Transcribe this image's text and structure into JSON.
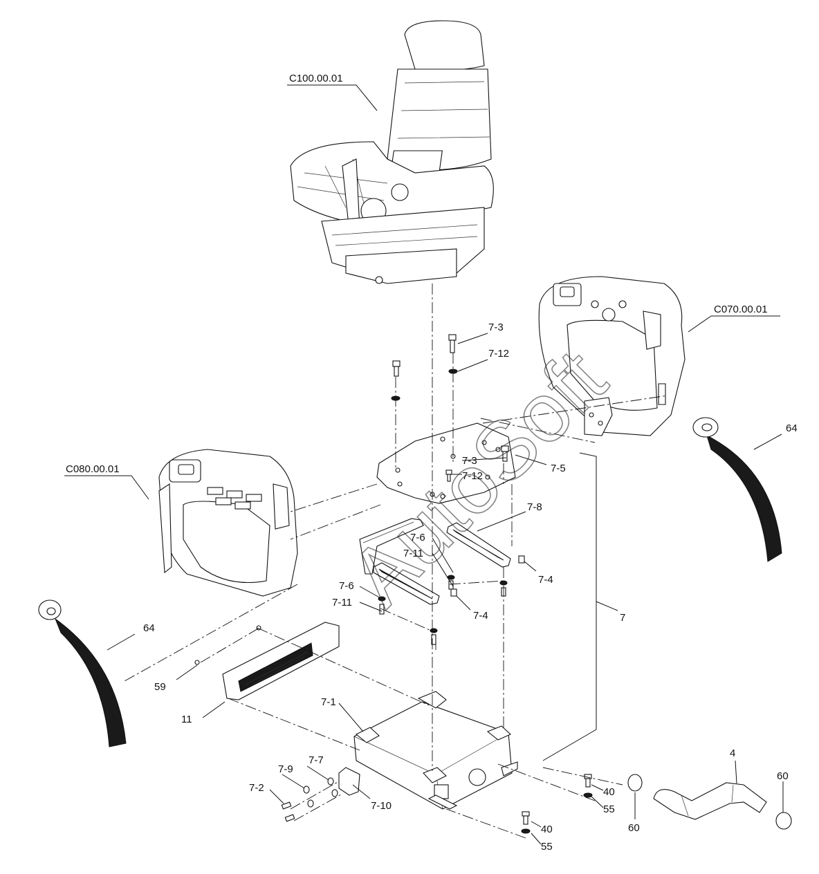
{
  "watermark": "AutoSoft",
  "labels": [
    {
      "id": "c100",
      "text": "C100.00.01"
    },
    {
      "id": "c070",
      "text": "C070.00.01"
    },
    {
      "id": "c080",
      "text": "C080.00.01"
    },
    {
      "id": "p7-3a",
      "text": "7-3"
    },
    {
      "id": "p7-12a",
      "text": "7-12"
    },
    {
      "id": "p7-3b",
      "text": "7-3"
    },
    {
      "id": "p7-12b",
      "text": "7-12"
    },
    {
      "id": "p7-5",
      "text": "7-5"
    },
    {
      "id": "p7-8",
      "text": "7-8"
    },
    {
      "id": "p7-6a",
      "text": "7-6"
    },
    {
      "id": "p7-11a",
      "text": "7-11"
    },
    {
      "id": "p7-4a",
      "text": "7-4"
    },
    {
      "id": "p7-6b",
      "text": "7-6"
    },
    {
      "id": "p7-11b",
      "text": "7-11"
    },
    {
      "id": "p7-4b",
      "text": "7-4"
    },
    {
      "id": "p7",
      "text": "7"
    },
    {
      "id": "p64a",
      "text": "64"
    },
    {
      "id": "p64b",
      "text": "64"
    },
    {
      "id": "p59",
      "text": "59"
    },
    {
      "id": "p11",
      "text": "11"
    },
    {
      "id": "p7-1",
      "text": "7-1"
    },
    {
      "id": "p7-9",
      "text": "7-9"
    },
    {
      "id": "p7-7",
      "text": "7-7"
    },
    {
      "id": "p7-2",
      "text": "7-2"
    },
    {
      "id": "p7-10",
      "text": "7-10"
    },
    {
      "id": "p40a",
      "text": "40"
    },
    {
      "id": "p55a",
      "text": "55"
    },
    {
      "id": "p60a",
      "text": "60"
    },
    {
      "id": "p4",
      "text": "4"
    },
    {
      "id": "p60b",
      "text": "60"
    },
    {
      "id": "p40b",
      "text": "40"
    },
    {
      "id": "p55b",
      "text": "55"
    }
  ]
}
